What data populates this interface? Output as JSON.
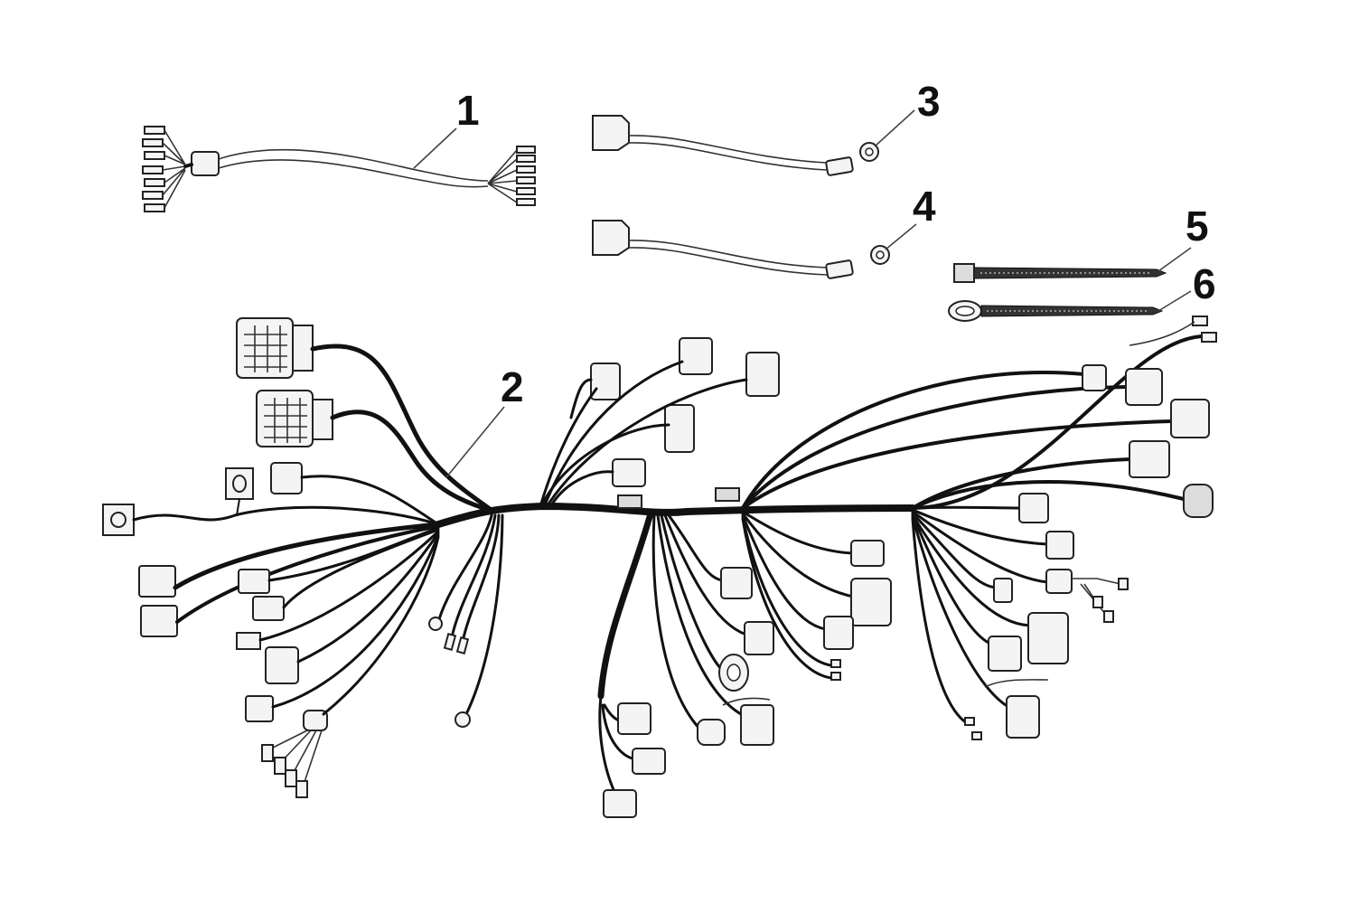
{
  "diagram": {
    "background": "#ffffff",
    "line_color": "#111111",
    "callouts": [
      {
        "id": "1",
        "label": "1"
      },
      {
        "id": "2",
        "label": "2"
      },
      {
        "id": "3",
        "label": "3"
      },
      {
        "id": "4",
        "label": "4"
      },
      {
        "id": "5",
        "label": "5"
      },
      {
        "id": "6",
        "label": "6"
      }
    ],
    "parts": [
      {
        "callout": "1",
        "icon": "harness-adapter-cable-icon"
      },
      {
        "callout": "2",
        "icon": "main-wiring-harness-icon"
      },
      {
        "callout": "3",
        "icon": "battery-cable-ring-terminal-icon"
      },
      {
        "callout": "4",
        "icon": "battery-cable-ring-terminal-icon"
      },
      {
        "callout": "5",
        "icon": "cable-tie-icon"
      },
      {
        "callout": "6",
        "icon": "cable-tie-mount-icon"
      }
    ]
  }
}
